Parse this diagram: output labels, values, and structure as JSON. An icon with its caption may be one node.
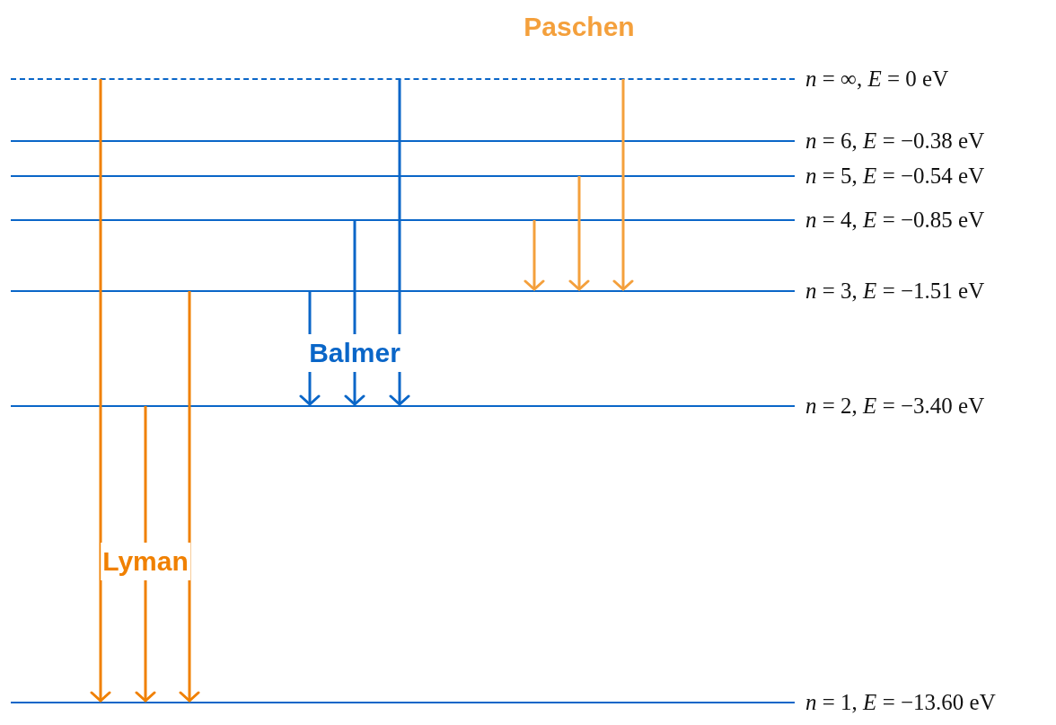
{
  "diagram": {
    "nodes": [
      {
        "text": [
          "*n* = ∞, *E* = 0 eV"
        ]
      },
      {
        "text": [
          "*n* = 6, *E* = −0.38 eV"
        ]
      },
      {
        "text": [
          "*n* = 5, *E* = −0.54 eV"
        ]
      },
      {
        "text": [
          "*n* = 4, *E* = −0.85 eV"
        ]
      },
      {
        "text": [
          "*n* = 3, *E* = −1.51 eV"
        ]
      },
      {
        "text": [
          "*n* = 2, *E* = −3.40 eV"
        ]
      },
      {
        "text": [
          "*n* = 1, *E* = −13.60 eV"
        ]
      }
    ],
    "edges": [
      {
        "from": 0,
        "to": 6,
        "arrow": "to",
        "color": "#f08000"
      },
      {
        "from": 5,
        "to": 6,
        "arrow": "to",
        "color": "#f08000"
      },
      {
        "from": 4,
        "to": 6,
        "arrow": "to",
        "color": "#f08000"
      },
      {
        "from": 4,
        "to": 5,
        "arrow": "to",
        "color": "#0a66c8"
      },
      {
        "from": 3,
        "to": 5,
        "arrow": "to",
        "color": "#0a66c8"
      },
      {
        "from": 0,
        "to": 5,
        "arrow": "to",
        "color": "#0a66c8"
      },
      {
        "from": 3,
        "to": 4,
        "arrow": "to",
        "color": "#f4a03c"
      },
      {
        "from": 2,
        "to": 4,
        "arrow": "to",
        "color": "#f4a03c"
      },
      {
        "from": 0,
        "to": 4,
        "arrow": "to",
        "color": "#f4a03c"
      }
    ],
    "labels": [
      "Paschen",
      "Balmer",
      "Lyman"
    ]
  }
}
